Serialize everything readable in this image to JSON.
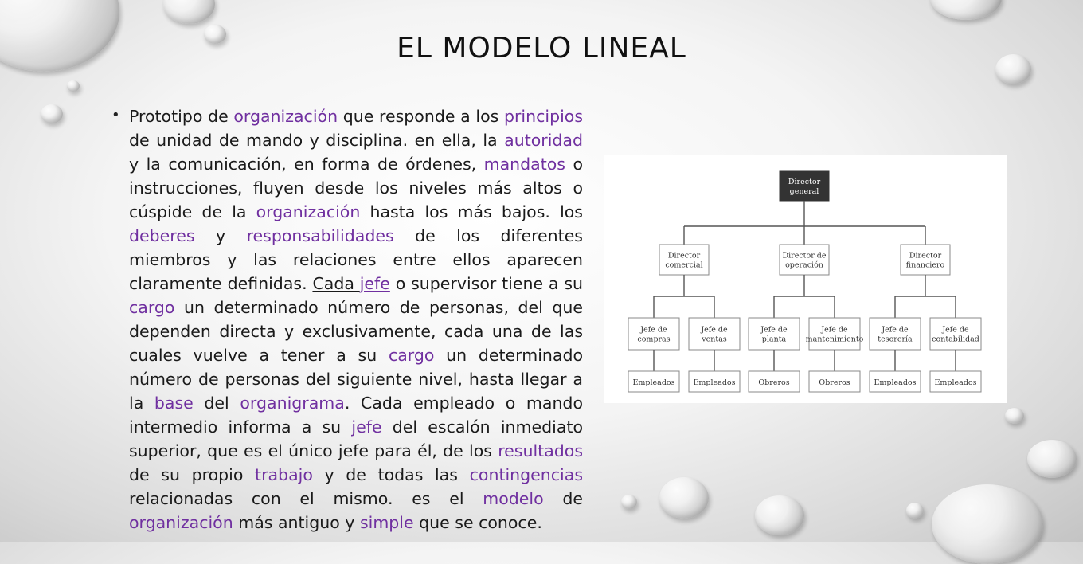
{
  "slide": {
    "title": "EL MODELO LINEAL",
    "bullet_glyph": "•",
    "segments": [
      {
        "t": "Prototipo de "
      },
      {
        "t": "organización",
        "c": "hl"
      },
      {
        "t": " que responde a los "
      },
      {
        "t": "principios",
        "c": "hl"
      },
      {
        "t": " de unidad de mando y disciplina. en ella, la "
      },
      {
        "t": "autoridad",
        "c": "hl"
      },
      {
        "t": " y la comunicación, en forma de órdenes, "
      },
      {
        "t": "mandatos",
        "c": "hl"
      },
      {
        "t": " o instrucciones, fluyen desde los niveles más altos o cúspide de la "
      },
      {
        "t": "organización",
        "c": "hl"
      },
      {
        "t": " hasta los más bajos. los "
      },
      {
        "t": "deberes",
        "c": "hl"
      },
      {
        "t": " y "
      },
      {
        "t": "responsabilidades",
        "c": "hl"
      },
      {
        "t": " de los diferentes miembros y las relaciones entre ellos aparecen claramente definidas. "
      },
      {
        "t": "Cada ",
        "c": "ul"
      },
      {
        "t": "jefe",
        "c": "hl ul"
      },
      {
        "t": " o supervisor tiene a su "
      },
      {
        "t": "cargo",
        "c": "hl"
      },
      {
        "t": " un determinado número de personas, del que dependen directa y exclusivamente, cada una de las cuales vuelve a tener a su "
      },
      {
        "t": "cargo",
        "c": "hl"
      },
      {
        "t": " un determinado número de personas del siguiente nivel, hasta llegar a la "
      },
      {
        "t": "base",
        "c": "hl"
      },
      {
        "t": " del "
      },
      {
        "t": "organigrama",
        "c": "hl"
      },
      {
        "t": ". Cada empleado o mando intermedio informa a su "
      },
      {
        "t": "jefe",
        "c": "hl"
      },
      {
        "t": " del escalón inmediato superior, que es el único jefe para él, de los "
      },
      {
        "t": "resultados",
        "c": "hl"
      },
      {
        "t": " de su propio "
      },
      {
        "t": "trabajo",
        "c": "hl"
      },
      {
        "t": " y de todas las "
      },
      {
        "t": "contingencias",
        "c": "hl"
      },
      {
        "t": " relacionadas con el mismo. es el "
      },
      {
        "t": "modelo",
        "c": "hl"
      },
      {
        "t": " de "
      },
      {
        "t": "organización",
        "c": "hl"
      },
      {
        "t": " más antiguo y "
      },
      {
        "t": "simple",
        "c": "hl"
      },
      {
        "t": " que se conoce."
      }
    ],
    "colors": {
      "highlight": "#7030a0",
      "text": "#1a1a1a",
      "top_node": "#333333"
    }
  },
  "org_chart": {
    "root": {
      "lines": [
        "Director",
        "general"
      ]
    },
    "directors": [
      {
        "lines": [
          "Director",
          "comercial"
        ],
        "children": [
          {
            "lines": [
              "Jefe de",
              "compras"
            ],
            "staff": "Empleados"
          },
          {
            "lines": [
              "Jefe de",
              "ventas"
            ],
            "staff": "Empleados"
          }
        ]
      },
      {
        "lines": [
          "Director de",
          "operación"
        ],
        "children": [
          {
            "lines": [
              "Jefe de",
              "planta"
            ],
            "staff": "Obreros"
          },
          {
            "lines": [
              "Jefe de",
              "mantenimiento"
            ],
            "staff": "Obreros"
          }
        ]
      },
      {
        "lines": [
          "Director",
          "financiero"
        ],
        "children": [
          {
            "lines": [
              "Jefe de",
              "tesorería"
            ],
            "staff": "Empleados"
          },
          {
            "lines": [
              "Jefe de",
              "contabilidad"
            ],
            "staff": "Empleados"
          }
        ]
      }
    ]
  }
}
